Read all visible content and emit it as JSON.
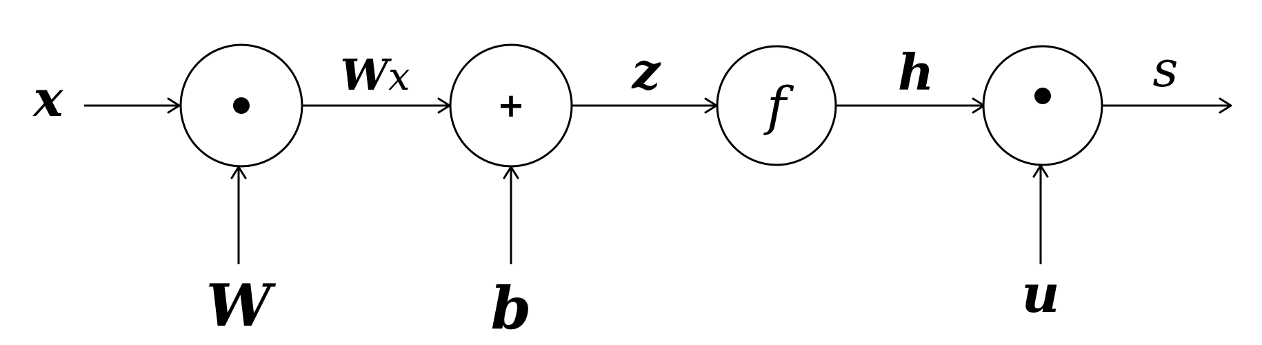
{
  "diagram": {
    "inputs": {
      "x": "x",
      "W": "W",
      "b": "b",
      "u": "u"
    },
    "nodes": {
      "dot1": {
        "op": "dot"
      },
      "add": {
        "op": "+"
      },
      "f": {
        "op": "f"
      },
      "dot2": {
        "op": "dot"
      }
    },
    "edges": {
      "wx_main": "W",
      "wx_sub": "x",
      "z": "z",
      "h": "h",
      "s": "s"
    }
  }
}
